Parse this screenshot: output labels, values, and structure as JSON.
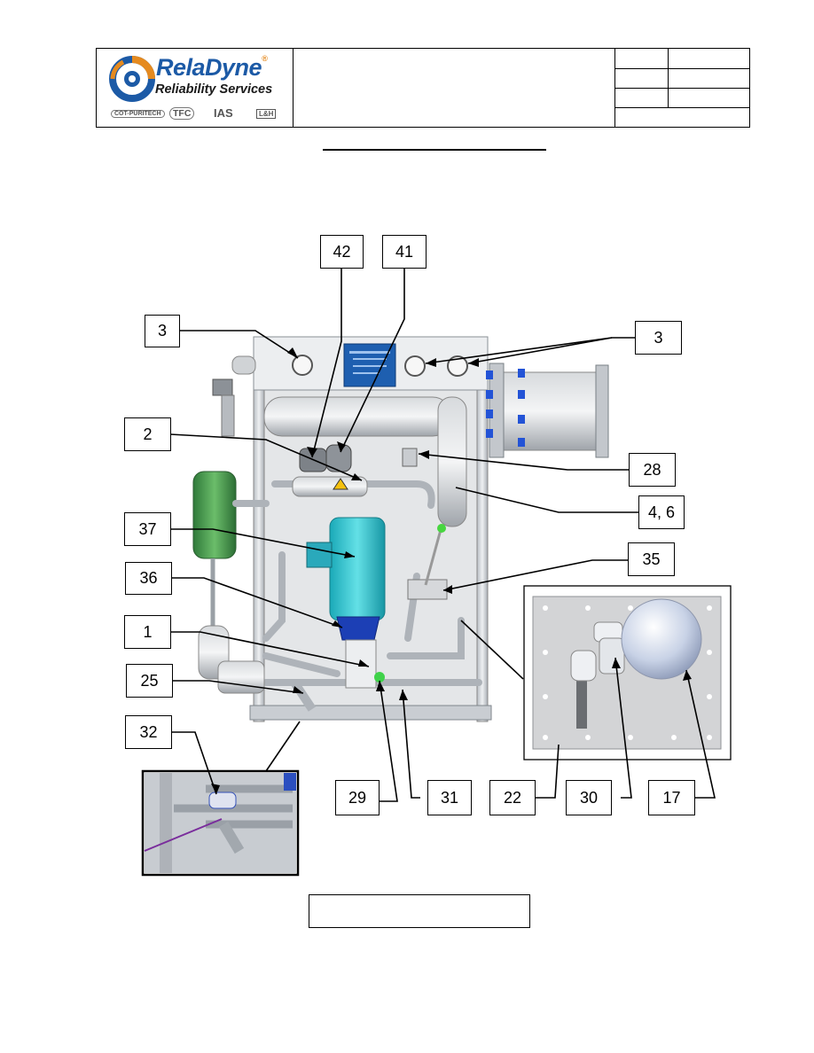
{
  "header": {
    "brand_name": "RelaDyne",
    "brand_registered": "®",
    "brand_sub": "Reliability Services",
    "affiliates": [
      "COT-PURITECH",
      "TFC",
      "IAS",
      "L&H"
    ]
  },
  "callouts": {
    "c42": "42",
    "c41": "41",
    "c3a": "3",
    "c3b": "3",
    "c2": "2",
    "c28": "28",
    "c46": "4, 6",
    "c37": "37",
    "c35": "35",
    "c36": "36",
    "c1": "1",
    "c25": "25",
    "c32": "32",
    "c29": "29",
    "c31": "31",
    "c22": "22",
    "c30": "30",
    "c17": "17"
  },
  "colors": {
    "brand_blue": "#1c5aa6",
    "brand_orange": "#e58a1f",
    "skid_gray": "#c9cdd2",
    "motor_cyan": "#2cc4cf",
    "filter_green": "#4e9a52",
    "panel_blue": "#1e5fb0"
  }
}
